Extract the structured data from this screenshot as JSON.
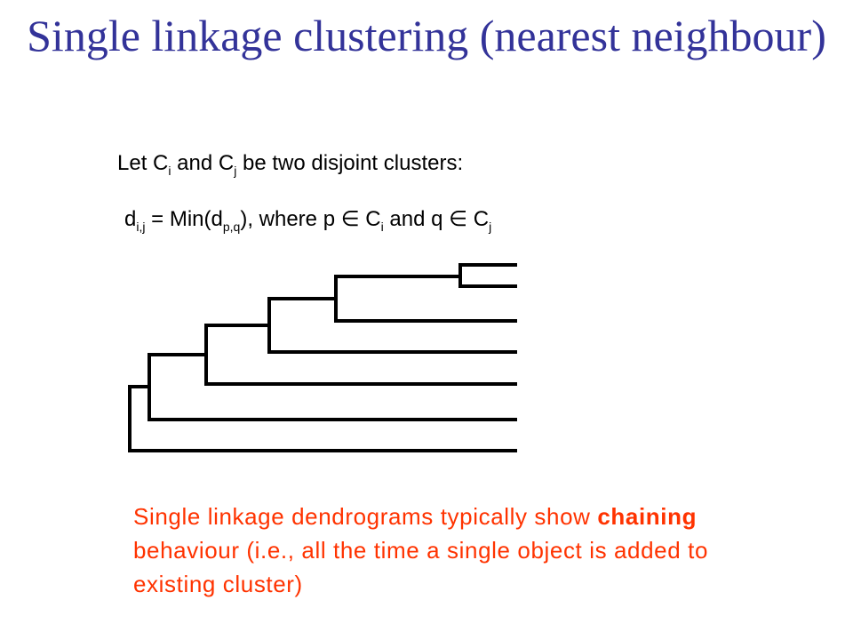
{
  "slide": {
    "title": "Single linkage clustering (nearest neighbour)",
    "definition": {
      "line1": {
        "let": "Let C",
        "i": "i",
        "and": "and C",
        "j": "j",
        "rest": "be two disjoint clusters:"
      },
      "line2": {
        "d": "d",
        "dsub": "i,j",
        "eq": " = Min(d",
        "pqsub": "p,q",
        "where": "), where p ",
        "in1": "∈",
        "c1": " C",
        "c1sub": "i",
        "andq": " and q ",
        "in2": "∈",
        "c2": " C",
        "c2sub": "j"
      }
    },
    "caption": {
      "part1": "Single linkage dendrograms typically show ",
      "bold": "chaining",
      "part2": " behaviour (i.e., all the time a single object is added to existing cluster)"
    }
  },
  "colors": {
    "title": "#333399",
    "caption": "#ff3300",
    "lines": "#000000"
  },
  "dendrogram": {
    "leaves": 7,
    "merge_order": [
      [
        1,
        2
      ],
      [
        3
      ],
      [
        4
      ],
      [
        5
      ],
      [
        6
      ],
      [
        7
      ]
    ]
  }
}
